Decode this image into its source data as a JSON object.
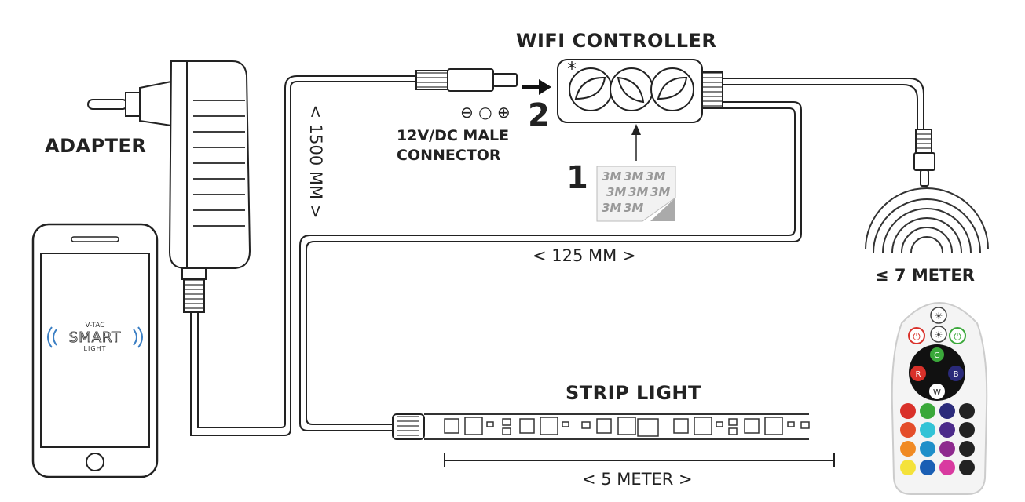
{
  "labels": {
    "wifi_controller": "WIFI CONTROLLER",
    "adapter": "ADAPTER",
    "connector_line1": "12V/DC MALE",
    "connector_line2": "CONNECTOR",
    "length_1500": "< 1500 MM >",
    "length_125": "< 125 MM >",
    "range": "≤ 7 METER",
    "strip_light": "STRIP LIGHT",
    "length_5m": "< 5 METER >",
    "step_1": "1",
    "step_2": "2",
    "asterisk": "*",
    "polarity": "⊖ ○ ⊕"
  },
  "phone_logo": {
    "brand": "V-TAC",
    "line1": "SMART",
    "line2": "LIGHT"
  },
  "remote_buttons": {
    "green": "G",
    "red": "R",
    "blue": "B",
    "white": "W"
  },
  "tape_text": "3M",
  "colors": {
    "line": "#222222",
    "remote_red": "#d9312a",
    "remote_green": "#3aa83a",
    "remote_blue": "#2a2a7a",
    "logo_blue": "#3b7fc4"
  }
}
